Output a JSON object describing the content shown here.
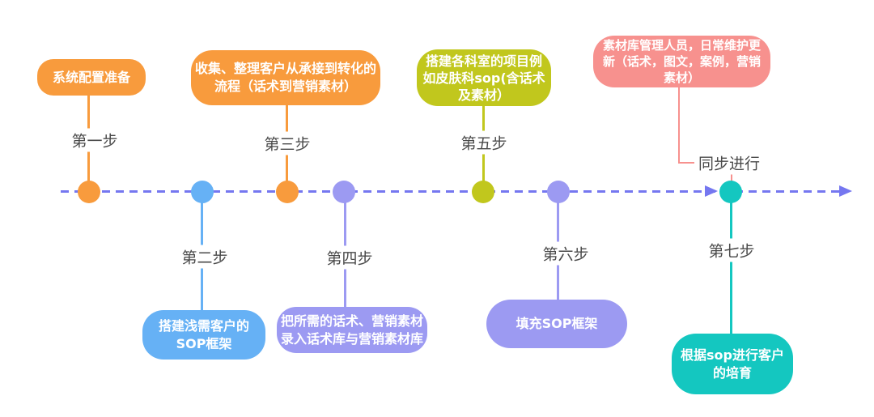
{
  "diagram_type": "timeline-flow",
  "timeline": {
    "direction": "left-to-right",
    "line_style": "dashed",
    "line_color": "#7577F0"
  },
  "steps": [
    {
      "label": "第一步",
      "side": "top",
      "color": "#F89B3D",
      "box_lines": [
        "系统配置准备"
      ]
    },
    {
      "label": "第二步",
      "side": "bottom",
      "color": "#66B1F5",
      "box_lines": [
        "搭建浅需客户的",
        "SOP框架"
      ]
    },
    {
      "label": "第三步",
      "side": "top",
      "color": "#F89B3D",
      "box_lines": [
        "收集、整理客户从承接到转化的",
        "流程（话术到营销素材）"
      ]
    },
    {
      "label": "第四步",
      "side": "bottom",
      "color": "#9C9AF2",
      "box_lines": [
        "把所需的话术、营销素材",
        "录入话术库与营销素材库"
      ]
    },
    {
      "label": "第五步",
      "side": "top",
      "color": "#C1C71D",
      "box_lines": [
        "搭建各科室的项目例",
        "如皮肤科sop(含话术",
        "及素材）"
      ]
    },
    {
      "label": "第六步",
      "side": "bottom",
      "color": "#9C9AF2",
      "box_lines": [
        "填充SOP框架"
      ]
    },
    {
      "label": "第七步",
      "side": "bottom",
      "color": "#14C7C0",
      "box_lines": [
        "根据sop进行客户",
        "的培育"
      ]
    }
  ],
  "sync": {
    "label": "同步进行",
    "color": "#F7918E",
    "box_lines": [
      "素材库管理人员，日常维护更",
      "新（话术，图文，案例，营销",
      "素材）"
    ]
  },
  "colors": {
    "orange": "#F89B3D",
    "blue": "#66B1F5",
    "purple": "#9C9AF2",
    "olive": "#C1C71D",
    "teal": "#14C7C0",
    "pink": "#F7918E",
    "dash_line": "#7577F0",
    "label_text": "#4A4A4A"
  }
}
